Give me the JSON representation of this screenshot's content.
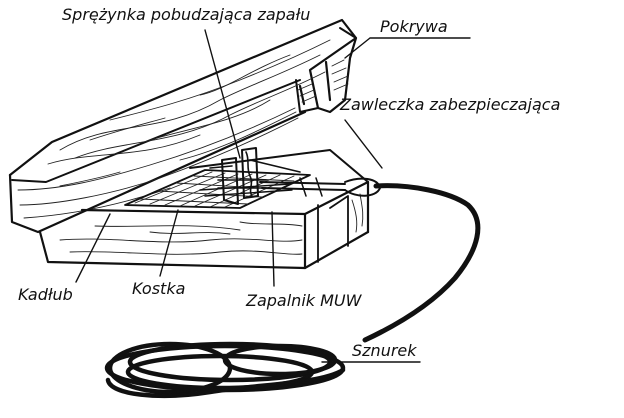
{
  "labels": {
    "spronka": "Sprężynka pobudzająca zapału",
    "pokrywa": "Pokrywa",
    "zawleczka": "Zawleczka zabezpieczająca",
    "kadlub": "Kadłub",
    "kostka": "Kostka",
    "zapalnik": "Zapalnik MUW",
    "sznurek": "Sznurek"
  },
  "colors": {
    "ink": "#111111",
    "paper": "#ffffff"
  }
}
